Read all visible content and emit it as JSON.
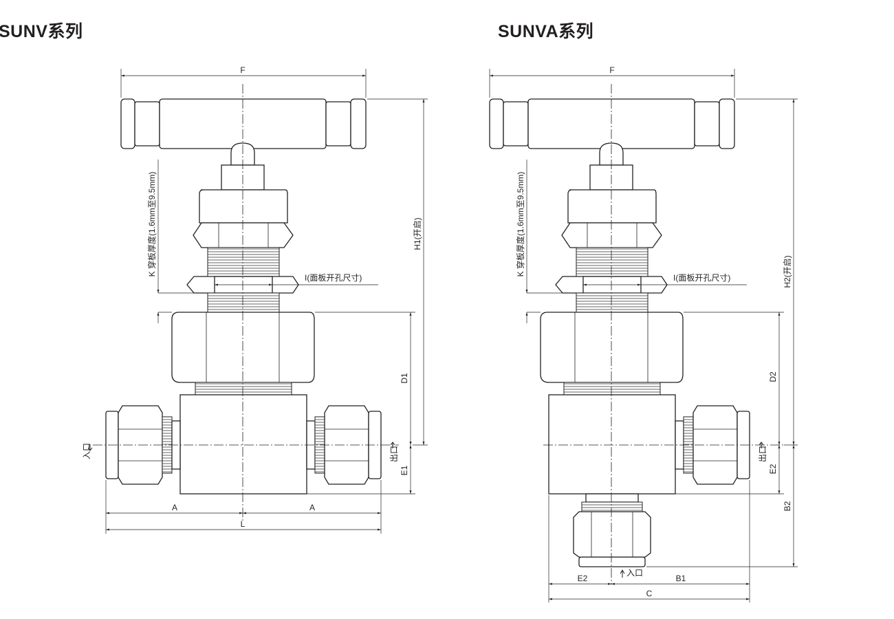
{
  "titles": {
    "left": "SUNV系列",
    "right": "SUNVA系列"
  },
  "left": {
    "F": "F",
    "K": "K 穿板厚度(1.6mm至9.5mm)",
    "I": "I(面板开孔尺寸)",
    "H1": "H1(开启)",
    "D1": "D1",
    "E1": "E1",
    "A_left": "A",
    "A_right": "A",
    "L": "L",
    "inlet": "入口",
    "outlet": "出口"
  },
  "right": {
    "F": "F",
    "K": "K 穿板厚度(1.6mm至9.5mm)",
    "I": "I(面板开孔尺寸)",
    "H2": "H2(开启)",
    "D2": "D2",
    "E2_side": "E2",
    "B2": "B2",
    "E2_bottom": "E2",
    "B1": "B1",
    "C": "C",
    "inlet": "入口",
    "outlet": "出口"
  }
}
